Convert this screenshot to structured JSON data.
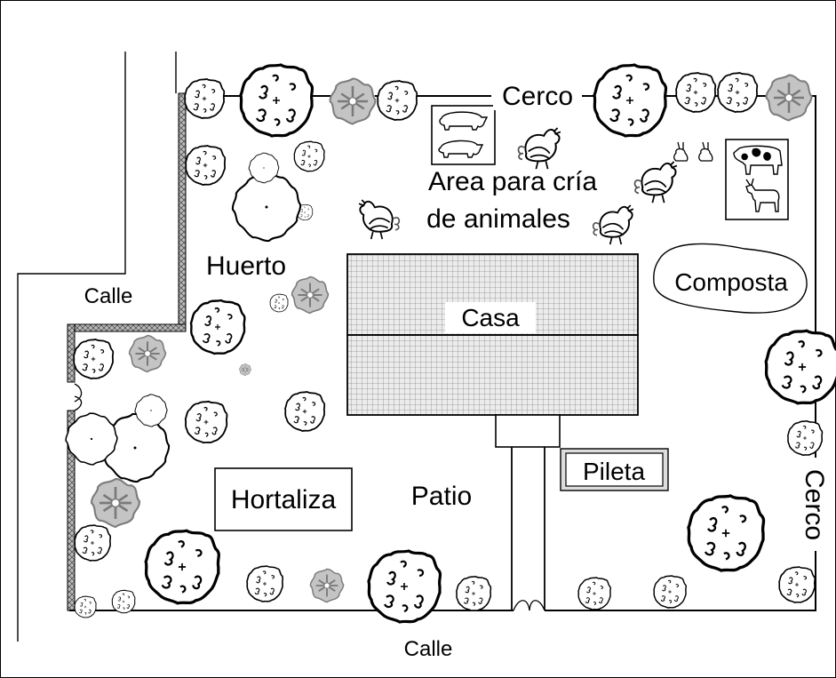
{
  "labels": {
    "cerco_top": "Cerco",
    "cerco_right": "Cerco",
    "animal_area_line1": "Area para cría",
    "animal_area_line2": "de animales",
    "huerto": "Huerto",
    "calle_left": "Calle",
    "calle_bottom": "Calle",
    "casa": "Casa",
    "composta": "Composta",
    "pileta": "Pileta",
    "hortaliza": "Hortaliza",
    "patio": "Patio"
  },
  "icons": [
    "tree-icon",
    "shrub-icon",
    "pig-icon",
    "cow-icon",
    "goat-icon",
    "rooster-icon",
    "turkey-icon",
    "rabbit-icon",
    "gate-icon"
  ],
  "colors": {
    "line": "#000000",
    "roof_fill": "#e9e9e9",
    "hedge": "#8a8a8a",
    "shrub": "#9a9a9a"
  }
}
